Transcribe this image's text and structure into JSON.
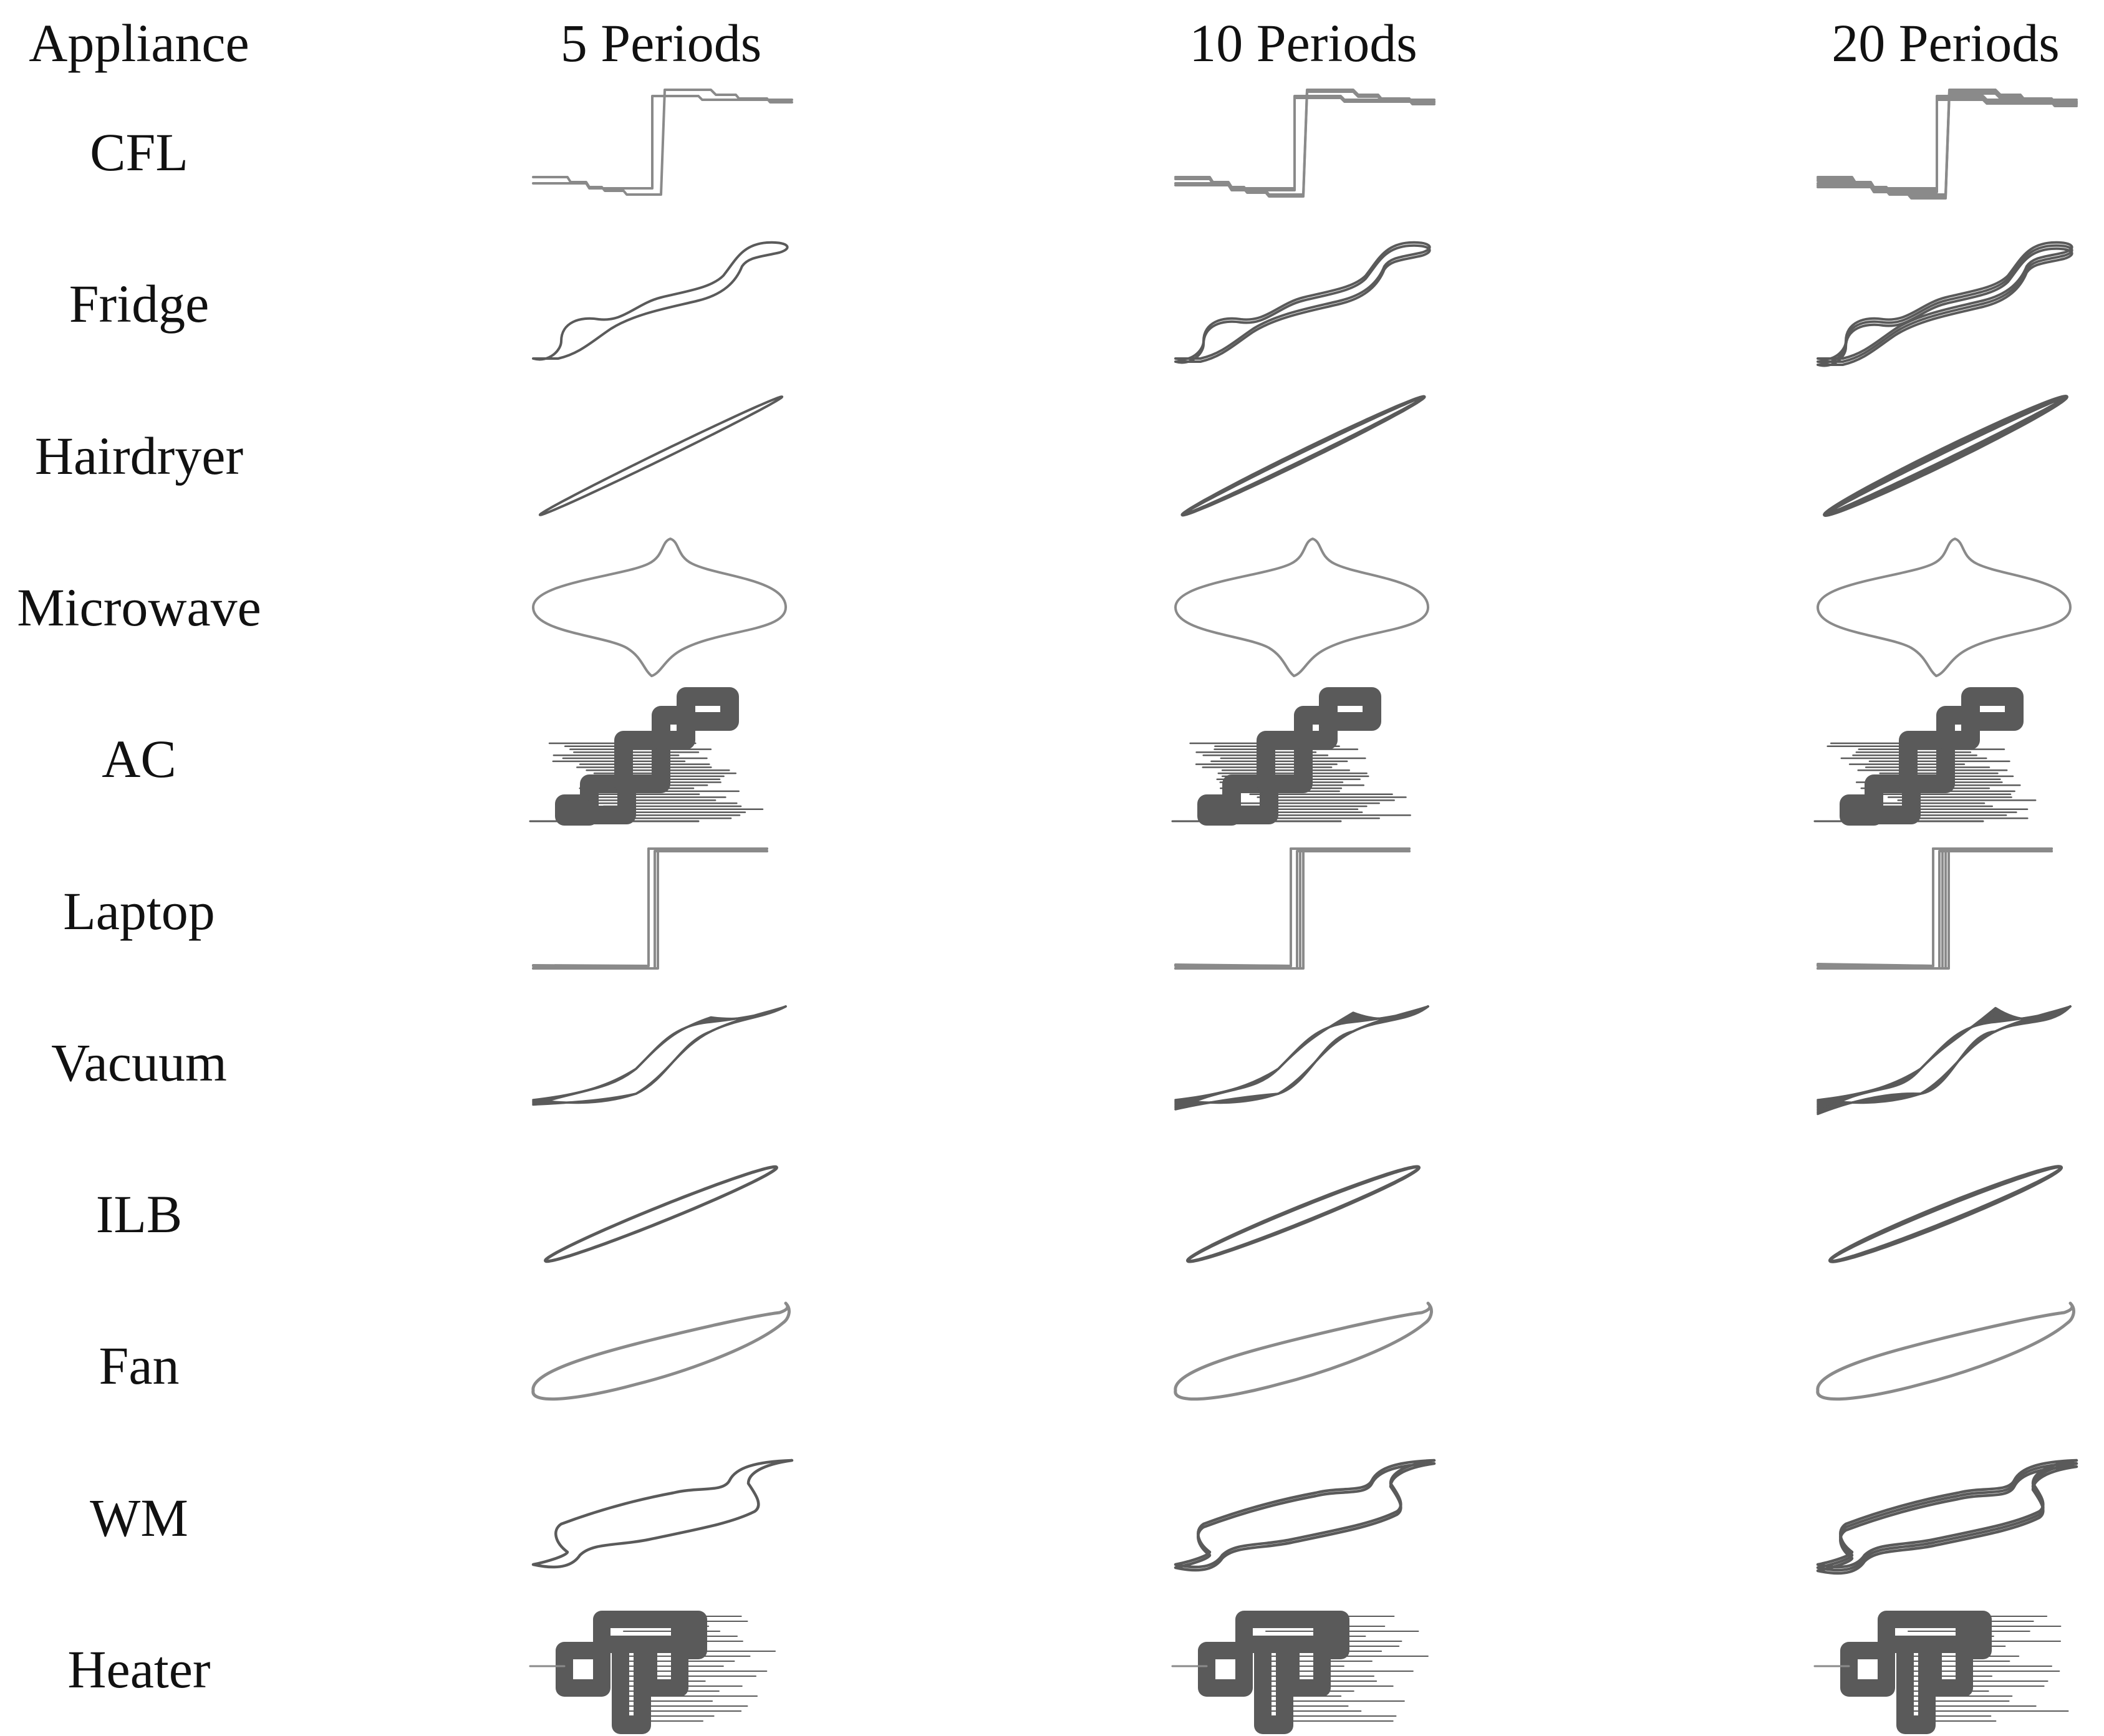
{
  "header": {
    "appliance": "Appliance",
    "periods": [
      "5 Periods",
      "10 Periods",
      "20 Periods"
    ]
  },
  "appliances": [
    {
      "name": "CFL",
      "shape": "cfl"
    },
    {
      "name": "Fridge",
      "shape": "fridge"
    },
    {
      "name": "Hairdryer",
      "shape": "hairdryer"
    },
    {
      "name": "Microwave",
      "shape": "microwave"
    },
    {
      "name": "AC",
      "shape": "ac"
    },
    {
      "name": "Laptop",
      "shape": "laptop"
    },
    {
      "name": "Vacuum",
      "shape": "vacuum"
    },
    {
      "name": "ILB",
      "shape": "ilb"
    },
    {
      "name": "Fan",
      "shape": "fan"
    },
    {
      "name": "WM",
      "shape": "wm"
    },
    {
      "name": "Heater",
      "shape": "heater"
    }
  ],
  "colors": {
    "trace_light": "#8a8a8a",
    "trace_dark": "#5a5a5a",
    "text": "#111111"
  }
}
